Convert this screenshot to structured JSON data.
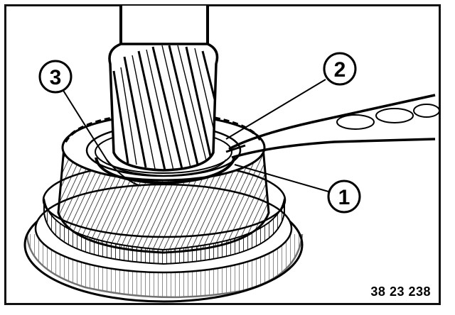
{
  "callouts": [
    {
      "id": "1",
      "label": "1"
    },
    {
      "id": "2",
      "label": "2"
    },
    {
      "id": "3",
      "label": "3"
    }
  ],
  "figure_code": "38 23 238",
  "colors": {
    "ink": "#000000",
    "paper": "#ffffff"
  }
}
